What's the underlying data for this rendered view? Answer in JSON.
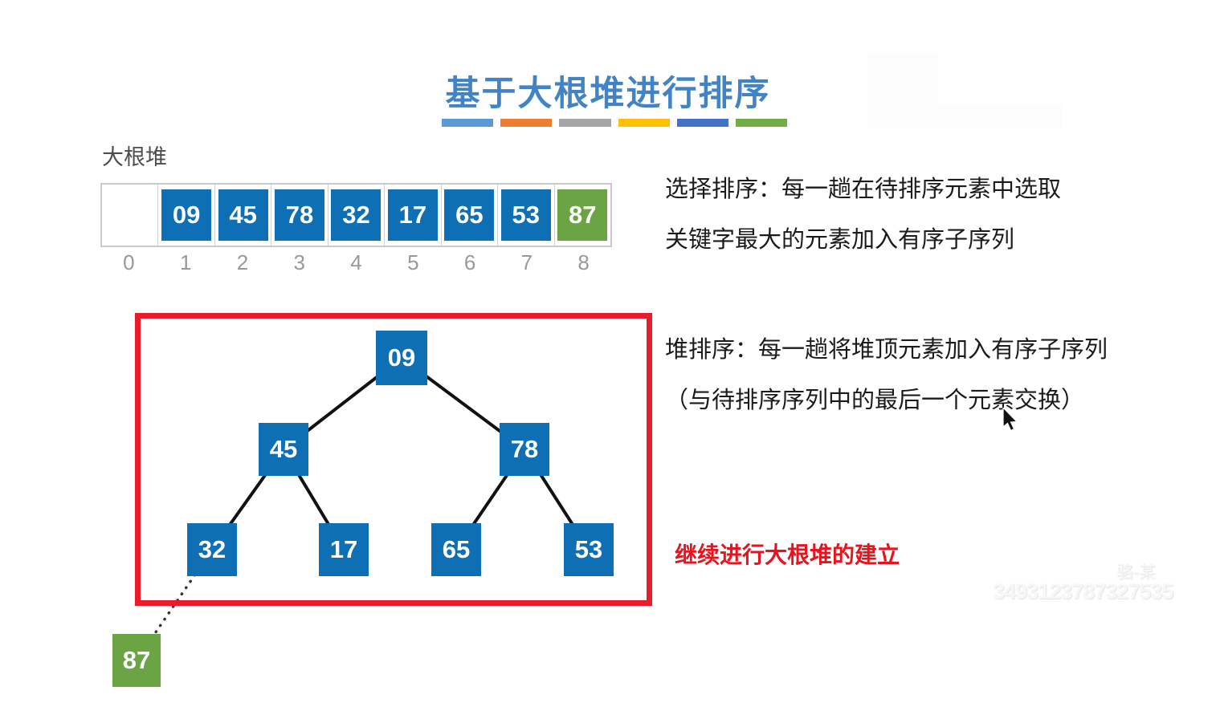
{
  "title": {
    "text": "基于大根堆进行排序"
  },
  "underline_bars": {
    "colors": [
      "#5b9bd5",
      "#ed7d31",
      "#a5a5a5",
      "#ffc000",
      "#4472c4",
      "#70ad47"
    ]
  },
  "heap_array": {
    "label": "大根堆",
    "cells": [
      {
        "index": "0",
        "value": "",
        "color": ""
      },
      {
        "index": "1",
        "value": "09",
        "color": "blue"
      },
      {
        "index": "2",
        "value": "45",
        "color": "blue"
      },
      {
        "index": "3",
        "value": "78",
        "color": "blue"
      },
      {
        "index": "4",
        "value": "32",
        "color": "blue"
      },
      {
        "index": "5",
        "value": "17",
        "color": "blue"
      },
      {
        "index": "6",
        "value": "65",
        "color": "blue"
      },
      {
        "index": "7",
        "value": "53",
        "color": "blue"
      },
      {
        "index": "8",
        "value": "87",
        "color": "green"
      }
    ]
  },
  "tree": {
    "nodes": [
      {
        "id": "n09",
        "value": "09",
        "color": "blue"
      },
      {
        "id": "n45",
        "value": "45",
        "color": "blue"
      },
      {
        "id": "n78",
        "value": "78",
        "color": "blue"
      },
      {
        "id": "n32",
        "value": "32",
        "color": "blue"
      },
      {
        "id": "n17",
        "value": "17",
        "color": "blue"
      },
      {
        "id": "n65",
        "value": "65",
        "color": "blue"
      },
      {
        "id": "n53",
        "value": "53",
        "color": "blue"
      },
      {
        "id": "n87",
        "value": "87",
        "color": "green"
      }
    ],
    "edges": [
      [
        "n09",
        "n45"
      ],
      [
        "n09",
        "n78"
      ],
      [
        "n45",
        "n32"
      ],
      [
        "n45",
        "n17"
      ],
      [
        "n78",
        "n65"
      ],
      [
        "n78",
        "n53"
      ]
    ],
    "dotted_edge": [
      "n32",
      "n87"
    ]
  },
  "annotations": {
    "selection_sort": [
      "选择排序：每一趟在待排序元素中选取",
      "关键字最大的元素加入有序子序列"
    ],
    "heap_sort": [
      "堆排序：每一趟将堆顶元素加入有序子序列",
      "（与待排序序列中的最后一个元素交换）"
    ],
    "highlight": "继续进行大根堆的建立"
  },
  "watermark": {
    "name": "骆-某",
    "number": "3493123787327535"
  },
  "colors": {
    "node_blue": "#0f6fb4",
    "node_green": "#6ba444",
    "red_box": "#e81c2a",
    "highlight_red": "#e8131d",
    "title_blue": "#4183c4"
  }
}
